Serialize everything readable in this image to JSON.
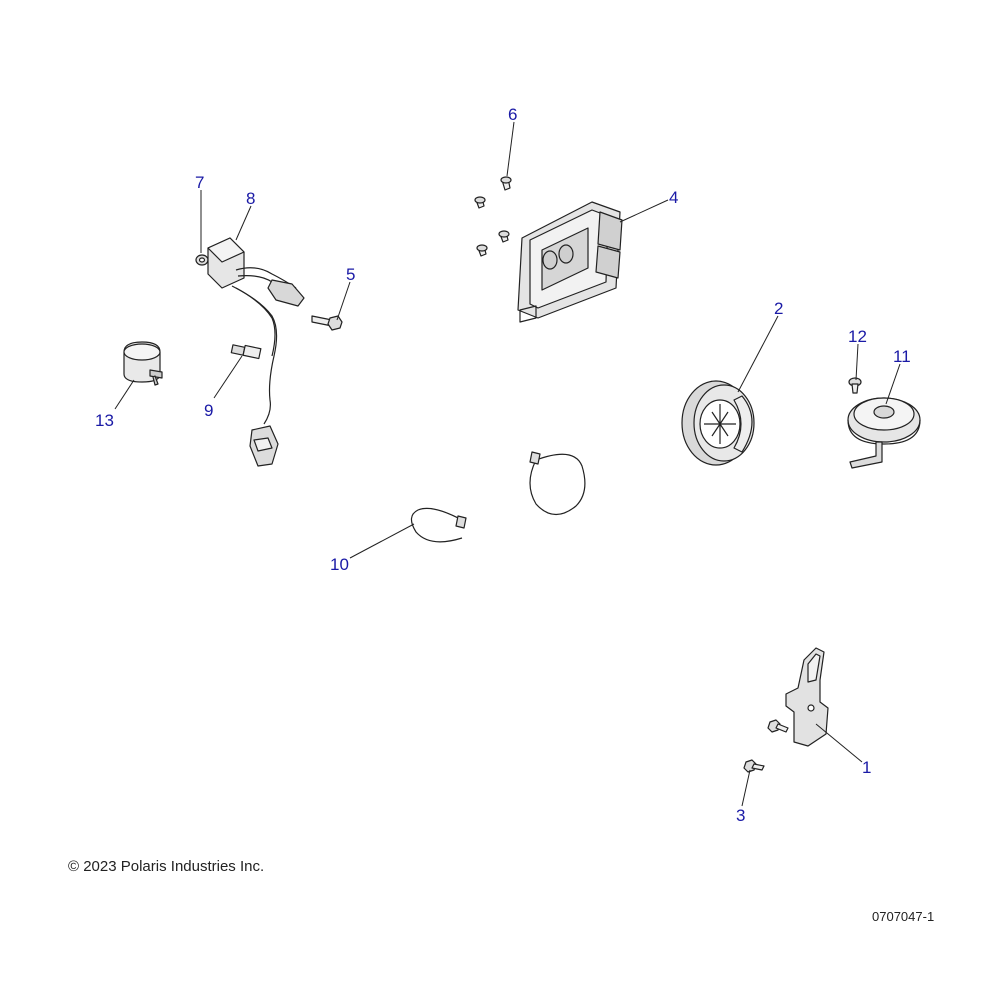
{
  "copyright": "© 2023 Polaris Industries Inc.",
  "drawing_number": "0707047-1",
  "callouts": {
    "c1": "1",
    "c2": "2",
    "c3": "3",
    "c4": "4",
    "c5": "5",
    "c6": "6",
    "c7": "7",
    "c8": "8",
    "c9": "9",
    "c10": "10",
    "c11": "11",
    "c12": "12",
    "c13": "13"
  }
}
